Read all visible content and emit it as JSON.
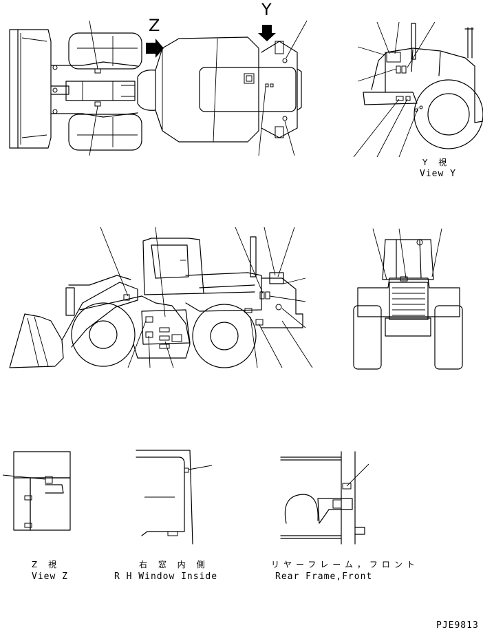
{
  "top_view": {
    "arrow_z_letter": "Z",
    "arrow_y_letter": "Y"
  },
  "view_y": {
    "caption_jp": "Y 視",
    "caption_en": "View Y"
  },
  "view_z": {
    "caption_jp": "Z 視",
    "caption_en": "View Z"
  },
  "window_inside": {
    "caption_jp": "右 窓 内 側",
    "caption_en": "R H  Window Inside"
  },
  "rear_frame": {
    "caption_jp": "リヤーフレーム，フロント",
    "caption_en": "Rear Frame,Front"
  },
  "drawing_code": "PJE9813",
  "icons": [
    "arrow-right-icon",
    "arrow-down-icon"
  ]
}
